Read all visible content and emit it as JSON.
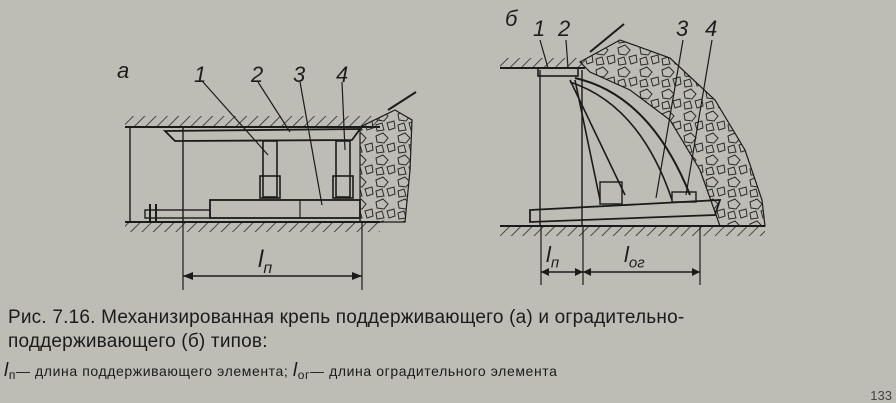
{
  "panel_a": {
    "letter": "а",
    "numbers": [
      "1",
      "2",
      "3",
      "4"
    ],
    "dim_symbol": "l",
    "dim_sub": "п"
  },
  "panel_b": {
    "letter": "б",
    "numbers": [
      "1",
      "2",
      "3",
      "4"
    ],
    "dim1_symbol": "l",
    "dim1_sub": "п",
    "dim2_symbol": "l",
    "dim2_sub": "ог"
  },
  "caption": {
    "line1": "Рис. 7.16. Механизированная крепь поддерживающего (а) и оградительно-",
    "line2": "поддерживающего (б) типов:",
    "legend1_symbol": "l",
    "legend1_sub": "п",
    "legend1_text": "— длина поддерживающего элемента;",
    "legend2_symbol": "l",
    "legend2_sub": "ог",
    "legend2_text": "— длина оградительного элемента"
  },
  "page_number": "133",
  "colors": {
    "background": "#bdbdb5",
    "ink": "#1b1b1b"
  }
}
